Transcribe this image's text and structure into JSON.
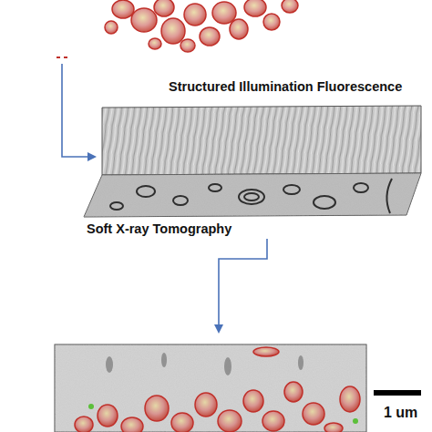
{
  "diagram": {
    "labels": [
      "Structured Illumination Fluorescence",
      "Soft X-ray Tomography",
      "1 um"
    ]
  }
}
